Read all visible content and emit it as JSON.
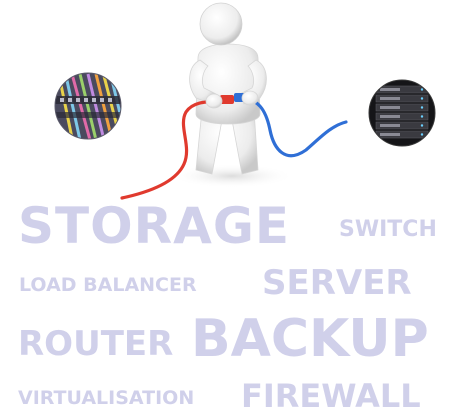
{
  "words": {
    "storage": "STORAGE",
    "switch": "SWITCH",
    "load_balancer": "LOAD BALANCER",
    "server": "SERVER",
    "router": "ROUTER",
    "backup": "BACKUP",
    "virtualisation": "VIRTUALISATION",
    "firewall": "FIREWALL"
  },
  "colors": {
    "word": "#d0d0ea",
    "cable_red": "#e03a2e",
    "cable_blue": "#2f6fd6",
    "figure": "#f2f2f2"
  },
  "icons": {
    "left": "patch-panel-icon",
    "right": "server-rack-icon",
    "figure": "person-connecting-cables-illustration"
  }
}
